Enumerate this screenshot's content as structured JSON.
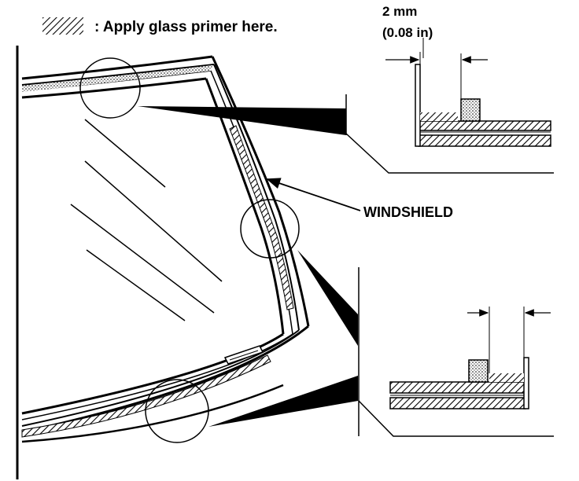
{
  "legend": {
    "text": ": Apply glass primer here."
  },
  "dimension": {
    "metric": "2 mm",
    "imperial": "(0.08 in)"
  },
  "windshield_label": "WINDSHIELD",
  "colors": {
    "ink": "#000000",
    "paper": "#ffffff"
  }
}
